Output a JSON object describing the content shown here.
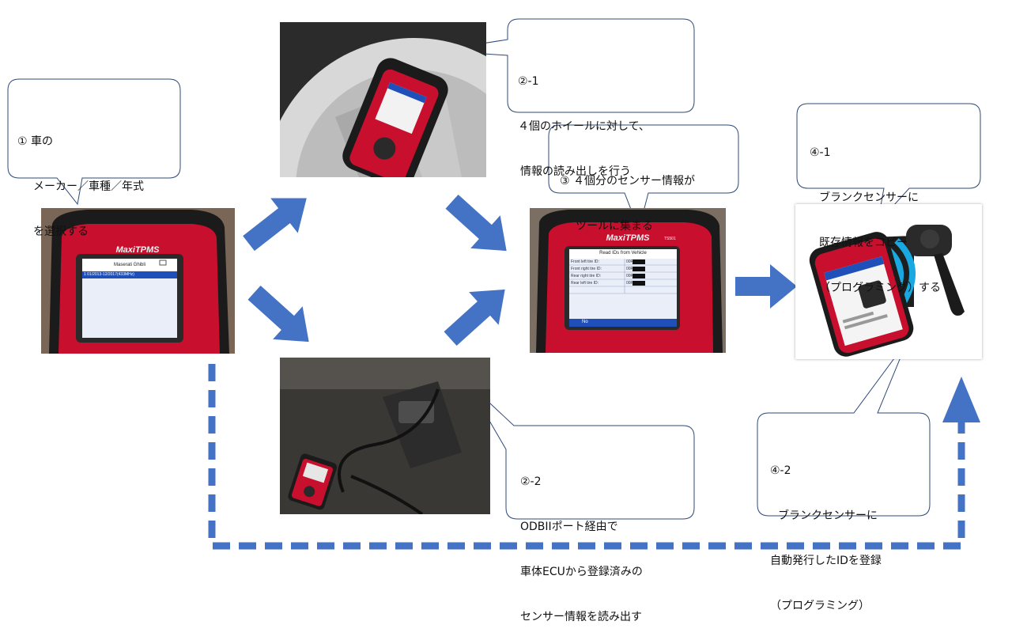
{
  "colors": {
    "arrow": "#4472c4",
    "callout_border": "#2e4a78",
    "device_red": "#c8102e",
    "device_black": "#1b1b1b",
    "screen_blue": "#1f4fb8",
    "screen_bg": "#e9eef8"
  },
  "steps": {
    "step1": {
      "num": "①",
      "lines": [
        "車の",
        "メーカー／車種／年式",
        "を選択する"
      ]
    },
    "step2_1": {
      "num": "②-1",
      "lines": [
        "４個のホイールに対して、",
        "情報の読み出しを行う"
      ]
    },
    "step2_2": {
      "num": "②-2",
      "lines": [
        "ODBIIポート経由で",
        "車体ECUから登録済みの",
        "センサー情報を読み出す"
      ]
    },
    "step3": {
      "num": "③",
      "lines": [
        "４個分のセンサー情報が",
        "ツールに集まる"
      ]
    },
    "step4_1": {
      "num": "④-1",
      "lines": [
        "ブランクセンサーに",
        "既存情報をコピー",
        "（プログラミング）する"
      ]
    },
    "step4_2": {
      "num": "④-2",
      "lines": [
        "ブランクセンサーに",
        "自動発行したIDを登録",
        "（プログラミング）"
      ]
    }
  },
  "device": {
    "brand": "MaxiTPMS",
    "model": "TS501",
    "vehicle_screen": {
      "header": "Maserati Ghibli",
      "selected_row": "1  01/2013-12/2017(433MHz)"
    },
    "read_screen": {
      "title": "Read IDs from Vehicle",
      "rows": [
        "Front left tire ID:",
        "Front right tire ID:",
        "Rear right tire ID:",
        "Rear left tire ID:"
      ],
      "value_prefix": "00F",
      "footer": "No"
    }
  },
  "flow": [
    {
      "from": "step1",
      "to": "step2_1"
    },
    {
      "from": "step1",
      "to": "step2_2"
    },
    {
      "from": "step2_1",
      "to": "step3"
    },
    {
      "from": "step2_2",
      "to": "step3"
    },
    {
      "from": "step3",
      "to": "step4_1"
    },
    {
      "from": "step1",
      "to": "step4_2",
      "style": "dashed"
    }
  ],
  "icons": [
    "arrow-icon",
    "wireless-signal-icon",
    "tpms-sensor-icon"
  ]
}
